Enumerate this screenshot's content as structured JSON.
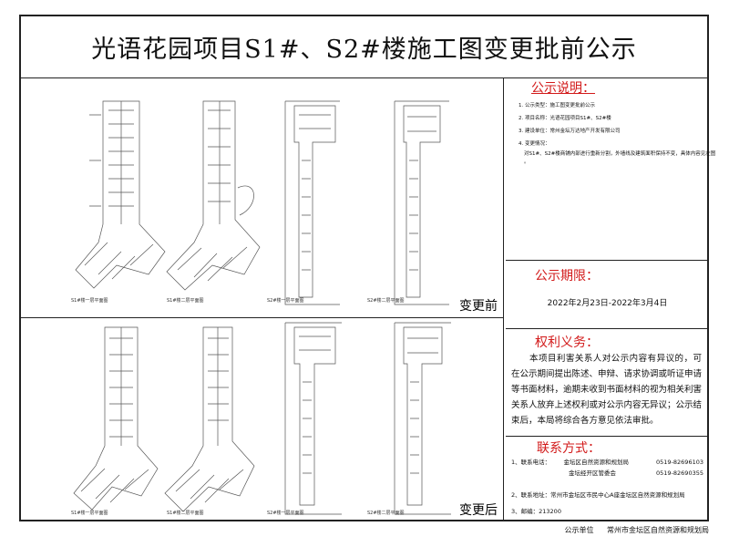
{
  "title": "光语花园项目S1#、S2#楼施工图变更批前公示",
  "before": {
    "label": "变更前",
    "plans": [
      "S1#楼一层平面图",
      "S1#楼二层平面图",
      "S2#楼一层平面图",
      "S2#楼二层平面图"
    ]
  },
  "after": {
    "label": "变更后",
    "plans": [
      "S1#楼一层平面图",
      "S1#楼二层平面图",
      "S2#楼一层平面图",
      "S2#楼二层平面图"
    ]
  },
  "notes": {
    "title": "公示说明：",
    "items": [
      "1. 公示类型：施工图变更批前公示",
      "2. 项目名称：光语花园项目S1#、S2#楼",
      "3. 建设单位：常州金坛万达地产开发有限公司",
      "4. 变更情况："
    ],
    "change_text": "对S1#、S2#楼商铺内部进行重新分割，外墙线及建筑面积保持不变，具体内容见左图",
    "change_text_cont": "。"
  },
  "period": {
    "title": "公示期限：",
    "text": "2022年2月23日-2022年3月4日"
  },
  "rights": {
    "title": "权利义务：",
    "text": "本项目利害关系人对公示内容有异议的，可在公示期间提出陈述、申辩、请求协调或听证申请等书面材料，逾期未收到书面材料的视为相关利害关系人放弃上述权利或对公示内容无异议；公示结束后，本局将综合各方意见依法审批。"
  },
  "contact": {
    "title": "联系方式：",
    "phone_label": "1、联系电话：",
    "phones": [
      {
        "org": "金坛区自然资源和规划局",
        "number": "0519-82696103"
      },
      {
        "org": "金坛经开区管委会",
        "number": "0519-82690355"
      }
    ],
    "address": "2、联系地址：常州市金坛区市民中心A座金坛区自然资源和规划局",
    "postcode": "3、邮编：213200"
  },
  "footer": {
    "label": "公示单位",
    "org": "常州市金坛区自然资源和规划局"
  }
}
